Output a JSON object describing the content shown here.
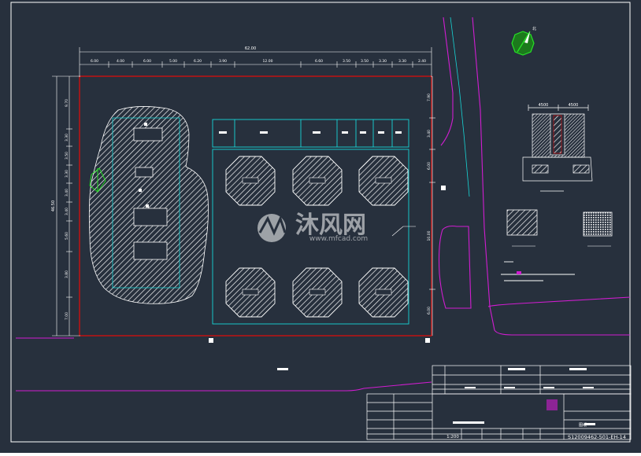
{
  "overall_dimension": "62.00",
  "top_dimensions": [
    "6.00",
    "4.00",
    "6.00",
    "5.00",
    "6.20",
    "3.90",
    "12.00",
    "6.60",
    "3.50",
    "3.50",
    "3.30",
    "3.30",
    "2.40"
  ],
  "left_total_dimension": "46.50",
  "left_dimensions": [
    "9.70",
    "3.30",
    "3.50",
    "3.30",
    "3.40",
    "3.40",
    "5.60",
    "3.80",
    "7.00"
  ],
  "right_dimensions": [
    "7.90",
    "3.40",
    "6.00",
    "10.00",
    "6.00"
  ],
  "section_dims": [
    "4500",
    "4500"
  ],
  "title_block": {
    "scale": "1:200",
    "drawing_no": "S12009462-501-EH-14",
    "date_label": "图纸"
  },
  "watermark": {
    "brand_cn": "沐风网",
    "url": "www.mfcad.com"
  },
  "colors": {
    "background": "#27303d",
    "frame": "#ffffff",
    "property_line": "#cc1010",
    "building": "#17d6d6",
    "road": "#d11dd1",
    "compass": "#27e027",
    "hatch": "#ffffff"
  },
  "icons": {
    "north_arrow": "north-arrow-icon",
    "logo": "mfcad-logo-icon"
  }
}
